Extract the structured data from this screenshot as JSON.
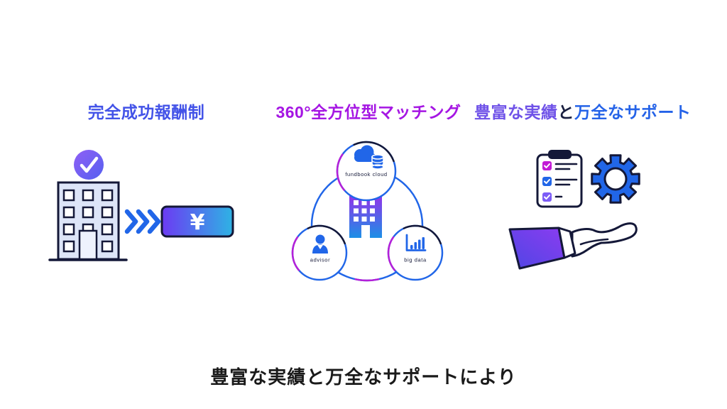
{
  "colors": {
    "accent_blue": "#2166e8",
    "outline_navy": "#141838",
    "magenta": "#b520d8",
    "purple": "#7c5cf6",
    "heading1_blue": "#4353e8",
    "heading2_magenta": "#a516e3",
    "heading3_purple": "#6f52e8",
    "heading3_blue": "#2563e8",
    "building_fill": "#dde5f8",
    "yen_gradient": [
      "#6c3af3",
      "#2eb3e4"
    ],
    "sleeve_gradient": [
      "#4f46e5",
      "#8b3cf0"
    ],
    "center_building_gradient": [
      "#9333ea",
      "#1c8fe6"
    ],
    "check_badge_gradient": [
      "#8f5ff5",
      "#5560f0"
    ]
  },
  "features": [
    {
      "id": "success-fee",
      "title": "完全成功報酬制",
      "illustration": {
        "yen_symbol": "¥"
      }
    },
    {
      "id": "matching",
      "title": "360°全方位型マッチング",
      "nodes": [
        {
          "label": "fundbook cloud"
        },
        {
          "label": "advisor"
        },
        {
          "label": "big data"
        }
      ]
    },
    {
      "id": "support",
      "title_parts": [
        {
          "text": "豊富な実績",
          "color": "#6f52e8"
        },
        {
          "text": "と",
          "color": "#1a2040"
        },
        {
          "text": "万全なサポート",
          "color": "#2563e8"
        }
      ]
    }
  ],
  "caption": "豊富な実績と万全なサポートにより"
}
